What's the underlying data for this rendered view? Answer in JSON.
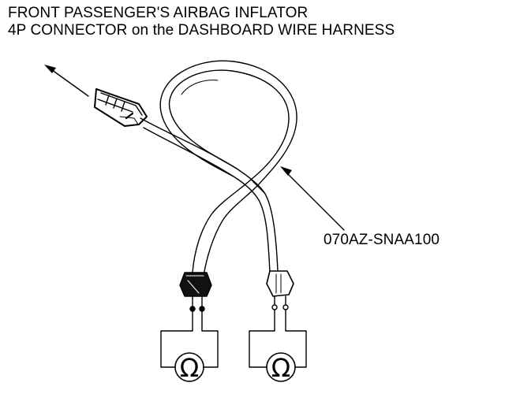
{
  "labels": {
    "connector_line1": "FRONT PASSENGER'S AIRBAG INFLATOR",
    "connector_line2": "4P CONNECTOR on the DASHBOARD WIRE HARNESS",
    "tool_part_number": "070AZ-SNAA100"
  },
  "meters": [
    {
      "symbol": "Ω"
    },
    {
      "symbol": "Ω"
    }
  ],
  "colors": {
    "ink": "#000000",
    "background": "#ffffff"
  }
}
